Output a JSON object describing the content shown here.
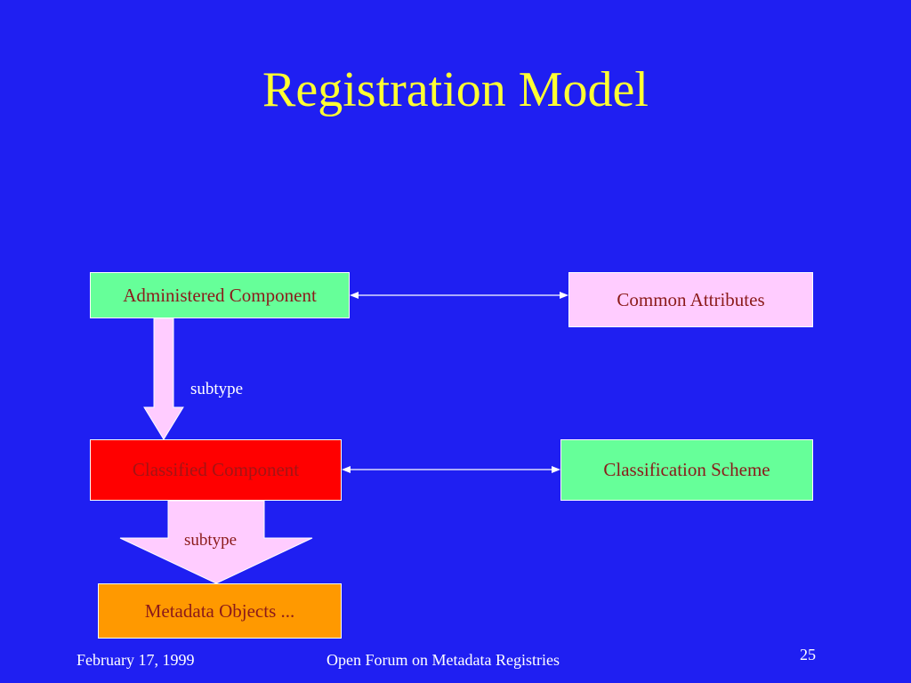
{
  "slide": {
    "title": "Registration Model",
    "footer": {
      "date": "February 17, 1999",
      "center": "Open Forum on Metadata Registries",
      "page_number": "25"
    }
  },
  "diagram": {
    "boxes": {
      "administered_component": "Administered Component",
      "common_attributes": "Common Attributes",
      "classified_component": "Classified Component",
      "classification_scheme": "Classification Scheme",
      "metadata_objects": "Metadata Objects ..."
    },
    "arrow_labels": {
      "subtype_1": "subtype",
      "subtype_2": "subtype"
    },
    "relations": [
      {
        "from": "Administered Component",
        "to": "Common Attributes",
        "type": "bidirectional"
      },
      {
        "from": "Administered Component",
        "to": "Classified Component",
        "type": "subtype"
      },
      {
        "from": "Classified Component",
        "to": "Classification Scheme",
        "type": "bidirectional"
      },
      {
        "from": "Classified Component",
        "to": "Metadata Objects ...",
        "type": "subtype"
      }
    ],
    "colors": {
      "background": "#1f1ff2",
      "title": "#ffff33",
      "green_box": "#66ff99",
      "pink_box": "#ffccff",
      "red_box": "#ff0000",
      "orange_box": "#ff9900",
      "box_text": "#8b1a1a",
      "subtype_arrow": "#ffccff"
    }
  }
}
